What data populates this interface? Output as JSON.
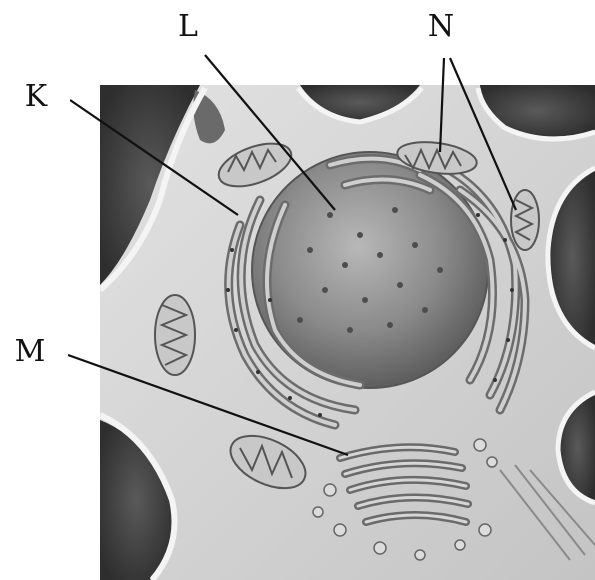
{
  "labels": {
    "K": "K",
    "L": "L",
    "M": "M",
    "N": "N"
  },
  "colors": {
    "background": "#ffffff",
    "cytoplasm": "#d9d9d9",
    "membrane": "#f2f2f2",
    "dark_space": "#4a4a4a",
    "nucleus": "#8a8a8a",
    "organelle": "#bdbdbd",
    "line": "#111111"
  }
}
